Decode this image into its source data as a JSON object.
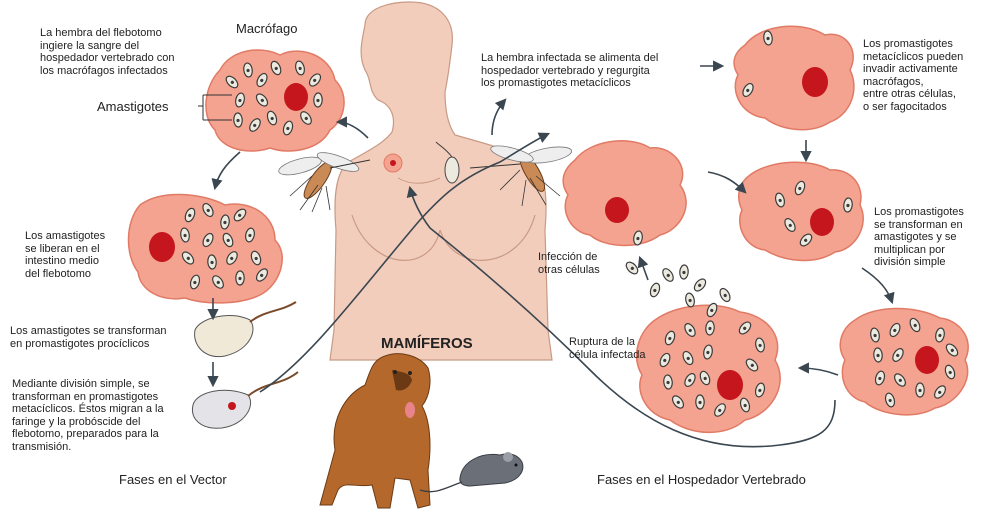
{
  "colors": {
    "skin": "#f3cdbb",
    "skin_line": "#c89a86",
    "cell": "#f4a390",
    "cell_line": "#e07a65",
    "nucleus": "#c4161c",
    "parasite": "#eceadf",
    "arrow": "#3a4650",
    "dog": "#b5682b",
    "rat": "#6b6f78"
  },
  "labels": {
    "macrofago": "Macrófago",
    "amastigotes": "Amastigotes",
    "mamiferos": "MAMÍFEROS",
    "fases_vector": "Fases en el Vector",
    "fases_hospedador": "Fases en el Hospedador Vertebrado",
    "hembra_ingiere": "La hembra del flebotomo\ningiere la sangre del\nhospedador vertebrado con\nlos macrófagos infectados",
    "amastigotes_liberan": "Los amastigotes\nse liberan en el\nintestino medio\ndel flebotomo",
    "transforman_prociclicos": "Los amastigotes se transforman\nen promastigotes procíclicos",
    "division_simple": "Mediante división simple, se\ntransforman en promastigotes\nmetacíclicos. Éstos migran a la\nfaringe y la probóscide del\nflebotomo, preparados para la\ntransmisión.",
    "hembra_infectada": "La hembra infectada se alimenta del\nhospedador vertebrado y regurgita\nlos promastigotes metacíclicos",
    "invadir": "Los promastigotes\nmetacíclicos pueden\ninvadir activamente\nmacrófagos,\nentre otras células,\no ser fagocitados",
    "transforman_amastigotes": "Los promastigotes\nse transforman en\namastigotes y se\nmultiplican por\ndivisión simple",
    "infeccion_otras": "Infección de\notras células",
    "ruptura": "Ruptura de la\ncélula infectada"
  }
}
